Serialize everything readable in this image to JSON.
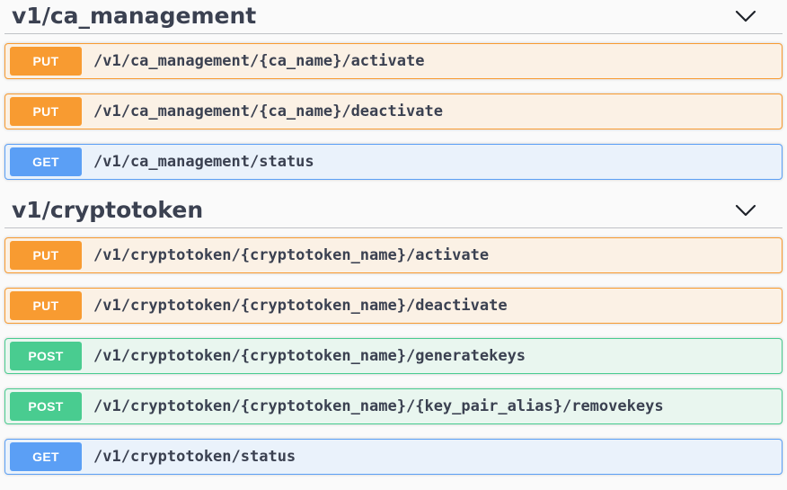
{
  "colors": {
    "page_bg": "#fafafa",
    "text": "#3b4151",
    "put": "#f89b31",
    "put_bg": "#fbf1e5",
    "get": "#5b9ff5",
    "get_bg": "#eaf2fb",
    "post": "#49cc90",
    "post_bg": "#e9f6ef",
    "divider": "#c2c4c8"
  },
  "sections": [
    {
      "title": "v1/ca_management",
      "expand_icon": "chevron-down-icon",
      "operations": [
        {
          "method": "PUT",
          "path": "/v1/ca_management/{ca_name}/activate"
        },
        {
          "method": "PUT",
          "path": "/v1/ca_management/{ca_name}/deactivate"
        },
        {
          "method": "GET",
          "path": "/v1/ca_management/status"
        }
      ]
    },
    {
      "title": "v1/cryptotoken",
      "expand_icon": "chevron-down-icon",
      "operations": [
        {
          "method": "PUT",
          "path": "/v1/cryptotoken/{cryptotoken_name}/activate"
        },
        {
          "method": "PUT",
          "path": "/v1/cryptotoken/{cryptotoken_name}/deactivate"
        },
        {
          "method": "POST",
          "path": "/v1/cryptotoken/{cryptotoken_name}/generatekeys"
        },
        {
          "method": "POST",
          "path": "/v1/cryptotoken/{cryptotoken_name}/{key_pair_alias}/removekeys"
        },
        {
          "method": "GET",
          "path": "/v1/cryptotoken/status"
        }
      ]
    }
  ]
}
